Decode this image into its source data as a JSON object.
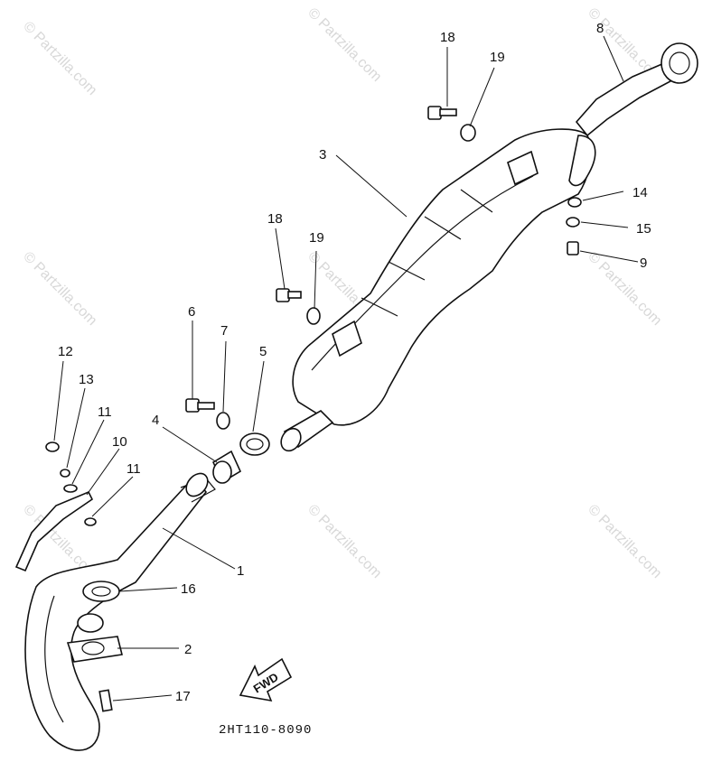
{
  "diagram": {
    "part_code": "2HT110-8090",
    "direction_label": "FWD",
    "watermark": "© Partzilla.com",
    "callouts": {
      "c1": "1",
      "c2": "2",
      "c3": "3",
      "c4": "4",
      "c5": "5",
      "c6": "6",
      "c7": "7",
      "c8": "8",
      "c9": "9",
      "c10": "10",
      "c11a": "11",
      "c11b": "11",
      "c12": "12",
      "c13": "13",
      "c14": "14",
      "c15": "15",
      "c16": "16",
      "c17": "17",
      "c18a": "18",
      "c18b": "18",
      "c19a": "19",
      "c19b": "19"
    }
  }
}
